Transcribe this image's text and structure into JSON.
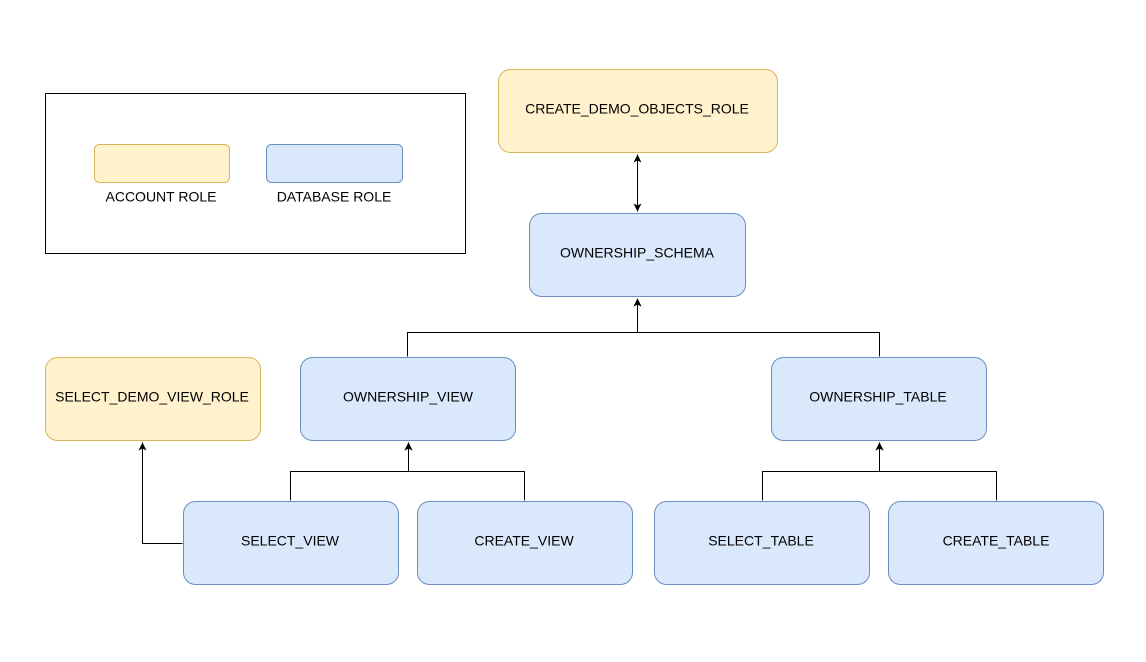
{
  "legend": {
    "account_role_label": "ACCOUNT ROLE",
    "database_role_label": "DATABASE ROLE"
  },
  "colors": {
    "account_role_fill": "#fff2cc",
    "account_role_stroke": "#d6b656",
    "database_role_fill": "#dae8fc",
    "database_role_stroke": "#6c8ebf"
  },
  "nodes": {
    "create_demo_objects_role": {
      "label": "CREATE_DEMO_OBJECTS_ROLE",
      "kind": "account role"
    },
    "ownership_schema": {
      "label": "OWNERSHIP_SCHEMA",
      "kind": "database role"
    },
    "ownership_view": {
      "label": "OWNERSHIP_VIEW",
      "kind": "database role"
    },
    "ownership_table": {
      "label": "OWNERSHIP_TABLE",
      "kind": "database role"
    },
    "select_demo_view_role": {
      "label": "SELECT_DEMO_VIEW_ROLE",
      "kind": "account role"
    },
    "select_view": {
      "label": "SELECT_VIEW",
      "kind": "database role"
    },
    "create_view": {
      "label": "CREATE_VIEW",
      "kind": "database role"
    },
    "select_table": {
      "label": "SELECT_TABLE",
      "kind": "database role"
    },
    "create_table": {
      "label": "CREATE_TABLE",
      "kind": "database role"
    }
  },
  "edges": [
    {
      "from": "ownership_schema",
      "to": "create_demo_objects_role",
      "style": "bidirectional-arrow"
    },
    {
      "from": "ownership_view",
      "to": "ownership_schema",
      "style": "arrow"
    },
    {
      "from": "ownership_table",
      "to": "ownership_schema",
      "style": "arrow"
    },
    {
      "from": "select_view",
      "to": "ownership_view",
      "style": "arrow"
    },
    {
      "from": "create_view",
      "to": "ownership_view",
      "style": "arrow"
    },
    {
      "from": "select_table",
      "to": "ownership_table",
      "style": "arrow"
    },
    {
      "from": "create_table",
      "to": "ownership_table",
      "style": "arrow"
    },
    {
      "from": "select_view",
      "to": "select_demo_view_role",
      "style": "arrow"
    }
  ]
}
